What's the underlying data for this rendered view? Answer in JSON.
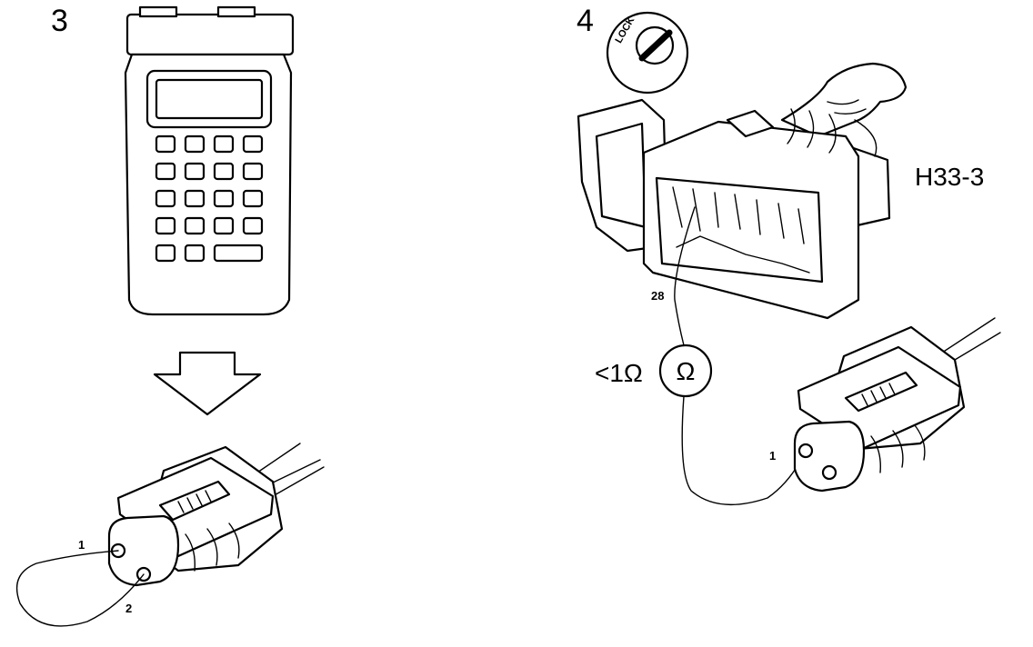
{
  "panel_3": {
    "step_number": "3",
    "connector_pin_labels": [
      "1",
      "2"
    ]
  },
  "panel_4": {
    "step_number": "4",
    "lock_label": "LOCK",
    "connector_id": "H33-3",
    "ecu_pin_label": "28",
    "resistance_value": "<1Ω",
    "ohmmeter_symbol": "Ω",
    "sensor_pin_label": "1"
  }
}
